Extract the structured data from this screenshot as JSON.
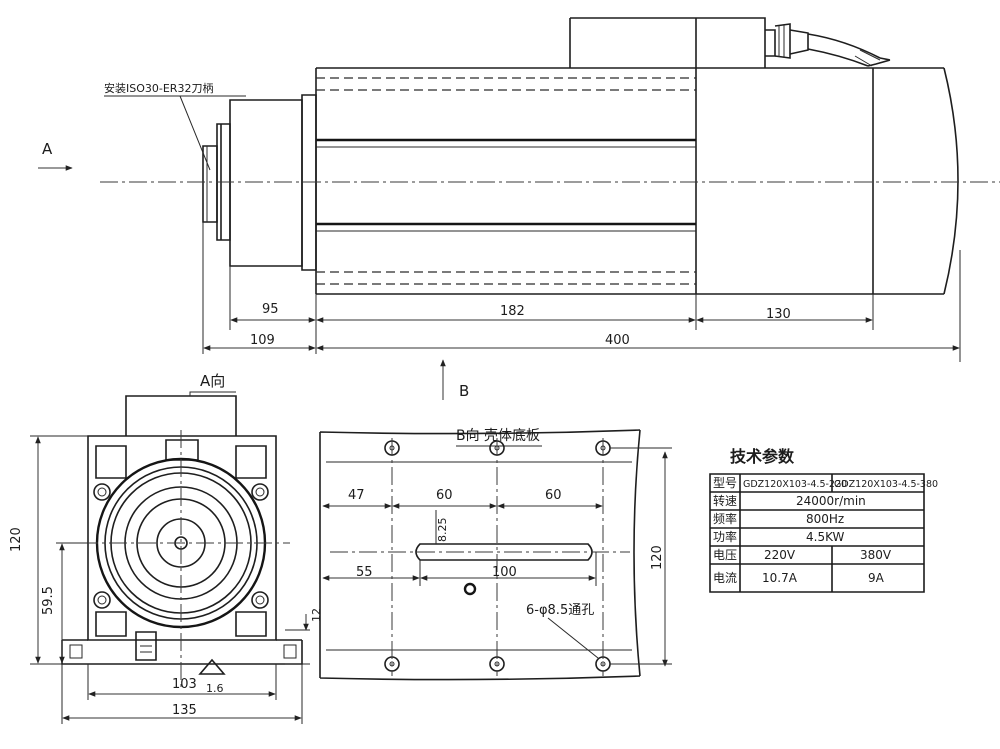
{
  "side_view": {
    "note": "安装ISO30-ER32刀柄",
    "view_a_marker": "A",
    "view_b_marker": "B",
    "dims": {
      "d95": "95",
      "d182": "182",
      "d130": "130",
      "d109": "109",
      "d400": "400"
    }
  },
  "front_view": {
    "title": "A向",
    "dims": {
      "d120": "120",
      "d59_5": "59.5",
      "d12": "12",
      "d103": "103",
      "d1_6": "1.6",
      "d135": "135"
    }
  },
  "base_view": {
    "title": "B向 壳体底板",
    "dims": {
      "d47": "47",
      "d60a": "60",
      "d60b": "60",
      "d8": "8.25",
      "d55": "55",
      "d100": "100",
      "d120": "120"
    },
    "hole_note": "6-φ8.5通孔"
  },
  "spec_table": {
    "title": "技术参数",
    "rows": [
      {
        "label": "型号",
        "v1": "GDZ120X103-4.5-220",
        "v2": "GDZ120X103-4.5-380"
      },
      {
        "label": "转速",
        "v": "24000r/min"
      },
      {
        "label": "频率",
        "v": "800Hz"
      },
      {
        "label": "功率",
        "v": "4.5KW"
      },
      {
        "label": "电压",
        "v1": "220V",
        "v2": "380V"
      },
      {
        "label": "电流",
        "v1": "10.7A",
        "v2": "9A"
      }
    ]
  }
}
